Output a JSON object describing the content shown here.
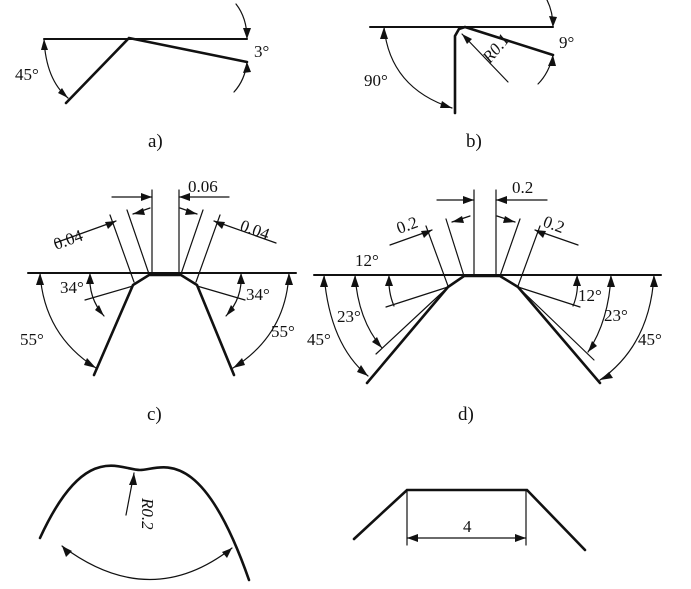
{
  "captions": {
    "a": "a)",
    "b": "b)",
    "c": "c)",
    "d": "d)"
  },
  "fig_a": {
    "angle_left": "45°",
    "angle_right": "3°"
  },
  "fig_b": {
    "angle_left": "90°",
    "angle_right": "9°",
    "radius": "R0.1"
  },
  "fig_c": {
    "top_width": "0.06",
    "chamfer_left": "0.04",
    "chamfer_right": "0.04",
    "angle_inner_left": "34°",
    "angle_inner_right": "34°",
    "angle_outer_left": "55°",
    "angle_outer_right": "55°"
  },
  "fig_d": {
    "top_width": "0.2",
    "chamfer_left": "0.2",
    "chamfer_right": "0.2",
    "angle_12_left": "12°",
    "angle_12_right": "12°",
    "angle_23_left": "23°",
    "angle_23_right": "23°",
    "angle_45_left": "45°",
    "angle_45_right": "45°"
  },
  "fig_e": {
    "radius": "R0.2"
  },
  "fig_f": {
    "width": "4"
  }
}
